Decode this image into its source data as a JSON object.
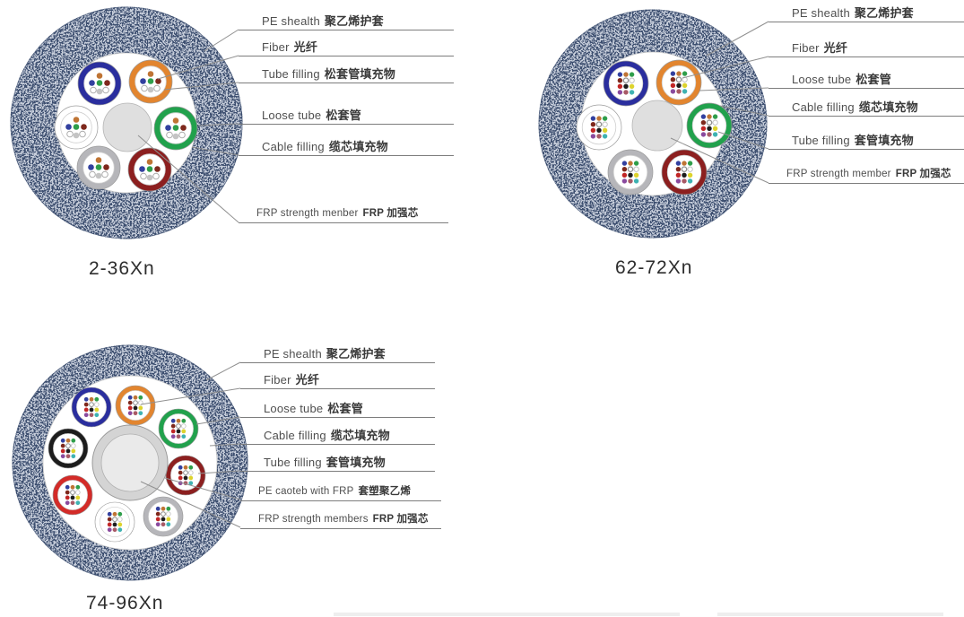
{
  "diagrams": [
    {
      "caption": "2-36Xn",
      "labels": [
        {
          "en": "PE shealth",
          "zh": "聚乙烯护套"
        },
        {
          "en": "Fiber",
          "zh": "光纤"
        },
        {
          "en": "Tube filling",
          "zh": "松套管填充物"
        },
        {
          "en": "Loose tube",
          "zh": "松套管"
        },
        {
          "en": "Cable filling",
          "zh": "缆芯填充物"
        },
        {
          "en": "FRP strength menber",
          "zh": "FRP 加强芯"
        }
      ],
      "tube_ring_colors": [
        "blue",
        "orange",
        "white",
        "green",
        "gray",
        "dark_red"
      ]
    },
    {
      "caption": "62-72Xn",
      "labels": [
        {
          "en": "PE shealth",
          "zh": "聚乙烯护套"
        },
        {
          "en": "Fiber",
          "zh": "光纤"
        },
        {
          "en": "Loose tube",
          "zh": "松套管"
        },
        {
          "en": "Cable filling",
          "zh": "缆芯填充物"
        },
        {
          "en": "Tube filling",
          "zh": "套管填充物"
        },
        {
          "en": "FRP strength member",
          "zh": "FRP 加强芯"
        }
      ],
      "tube_ring_colors": [
        "blue",
        "orange",
        "white",
        "green",
        "gray",
        "dark_red"
      ]
    },
    {
      "caption": "74-96Xn",
      "labels": [
        {
          "en": "PE shealth",
          "zh": "聚乙烯护套"
        },
        {
          "en": "Fiber",
          "zh": "光纤"
        },
        {
          "en": "Loose tube",
          "zh": "松套管"
        },
        {
          "en": "Cable filling",
          "zh": "缆芯填充物"
        },
        {
          "en": "Tube filling",
          "zh": "套管填充物"
        },
        {
          "en": "PE caoteb with FRP",
          "zh": "套塑聚乙烯"
        },
        {
          "en": "FRP strength members",
          "zh": "FRP 加强芯"
        }
      ],
      "tube_ring_colors": [
        "blue",
        "orange",
        "green",
        "black",
        "dark_red",
        "red",
        "white",
        "gray"
      ]
    }
  ],
  "colors": {
    "sheath_base": "#c6cdda",
    "sheath_speckle": "#3d4f70",
    "tube_blue": "#2a2e9e",
    "tube_orange": "#e2852f",
    "tube_green": "#21a14c",
    "tube_dark_red": "#8c1f1f",
    "tube_gray": "#b6b6ba",
    "tube_white": "#ffffff",
    "tube_black": "#1c1c1c",
    "tube_red": "#d32b28",
    "center_frp": "#dfdfdf",
    "center_frp_light": "#eaeaea",
    "pe_coated_ring": "#d4d4d4",
    "fiber_colors": [
      "#32409f",
      "#bf7434",
      "#2f9e4a",
      "#7e281c",
      "#b5b5b5",
      "#ffffff",
      "#c22626",
      "#1d1d1d",
      "#ddd32e",
      "#8a4a9e",
      "#a85a66",
      "#3fb2b2"
    ]
  }
}
